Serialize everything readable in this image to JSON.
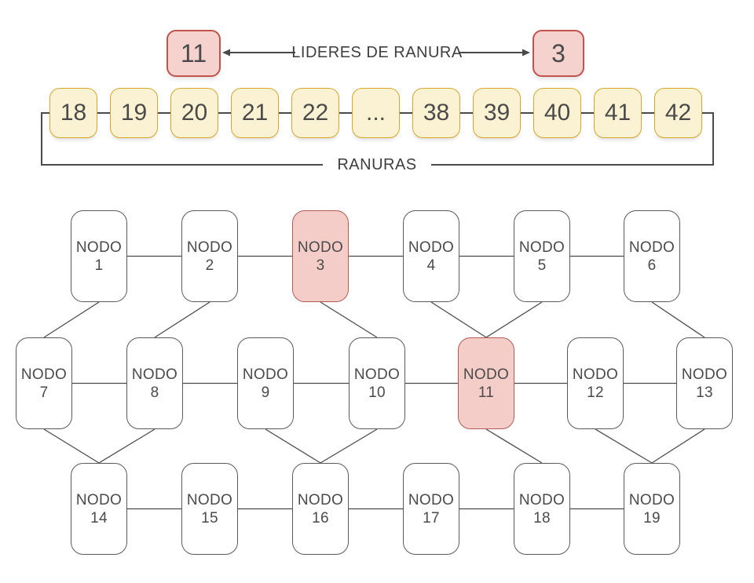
{
  "colors": {
    "highlight_fill": "#f6d2cf",
    "highlight_border": "#c1524c",
    "node_highlight_fill": "#f4cdc9",
    "node_highlight_border": "#b35a53",
    "slot_fill": "#fbf2d3",
    "slot_border": "#d7a62b",
    "node_border": "#5a5a5a",
    "line": "#4a4a4a",
    "text": "#454545"
  },
  "leaders": {
    "label": "LIDERES DE RANURA",
    "left_value": "11",
    "right_value": "3"
  },
  "slots": {
    "label": "RANURAS",
    "values": [
      "18",
      "19",
      "20",
      "21",
      "22",
      "...",
      "38",
      "39",
      "40",
      "41",
      "42"
    ]
  },
  "network": {
    "label_prefix": "NODO",
    "rows": [
      {
        "nodes": [
          {
            "id": "1",
            "highlighted": false
          },
          {
            "id": "2",
            "highlighted": false
          },
          {
            "id": "3",
            "highlighted": true
          },
          {
            "id": "4",
            "highlighted": false
          },
          {
            "id": "5",
            "highlighted": false
          },
          {
            "id": "6",
            "highlighted": false
          }
        ]
      },
      {
        "nodes": [
          {
            "id": "7",
            "highlighted": false
          },
          {
            "id": "8",
            "highlighted": false
          },
          {
            "id": "9",
            "highlighted": false
          },
          {
            "id": "10",
            "highlighted": false
          },
          {
            "id": "11",
            "highlighted": true
          },
          {
            "id": "12",
            "highlighted": false
          },
          {
            "id": "13",
            "highlighted": false
          }
        ]
      },
      {
        "nodes": [
          {
            "id": "14",
            "highlighted": false
          },
          {
            "id": "15",
            "highlighted": false
          },
          {
            "id": "16",
            "highlighted": false
          },
          {
            "id": "17",
            "highlighted": false
          },
          {
            "id": "18",
            "highlighted": false
          },
          {
            "id": "19",
            "highlighted": false
          }
        ]
      }
    ],
    "edges": [
      [
        "1",
        "2"
      ],
      [
        "2",
        "3"
      ],
      [
        "3",
        "4"
      ],
      [
        "4",
        "5"
      ],
      [
        "5",
        "6"
      ],
      [
        "7",
        "8"
      ],
      [
        "8",
        "9"
      ],
      [
        "9",
        "10"
      ],
      [
        "10",
        "11"
      ],
      [
        "11",
        "12"
      ],
      [
        "12",
        "13"
      ],
      [
        "14",
        "15"
      ],
      [
        "15",
        "16"
      ],
      [
        "16",
        "17"
      ],
      [
        "17",
        "18"
      ],
      [
        "18",
        "19"
      ],
      [
        "1",
        "7"
      ],
      [
        "2",
        "8"
      ],
      [
        "3",
        "10"
      ],
      [
        "4",
        "11"
      ],
      [
        "5",
        "11"
      ],
      [
        "6",
        "13"
      ],
      [
        "7",
        "14"
      ],
      [
        "8",
        "14"
      ],
      [
        "9",
        "16"
      ],
      [
        "10",
        "16"
      ],
      [
        "11",
        "18"
      ],
      [
        "12",
        "19"
      ],
      [
        "13",
        "19"
      ]
    ]
  }
}
